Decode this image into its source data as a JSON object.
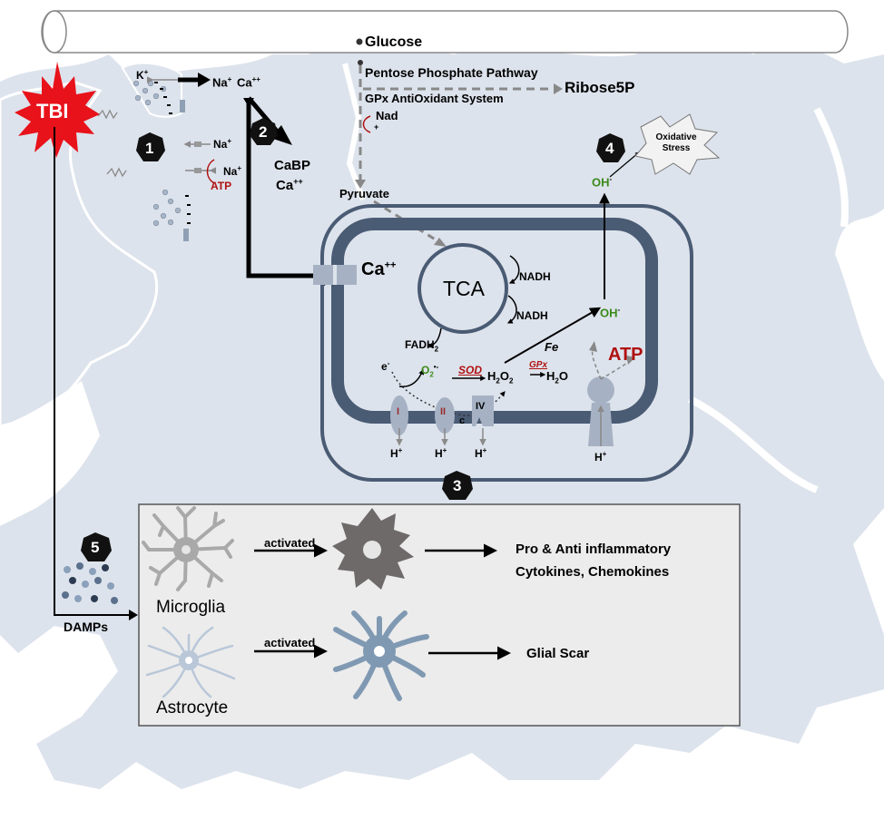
{
  "header": {
    "glucose": "Glucose"
  },
  "injury": {
    "label": "TBI",
    "color": "#e8121b"
  },
  "step_numbers": [
    "1",
    "2",
    "3",
    "4",
    "5"
  ],
  "membrane": {
    "k_ion": "K",
    "k_charge": "+",
    "na_ion": "Na",
    "na_charge": "+",
    "ca_ion": "Ca",
    "ca_charge": "++",
    "na_in_1": "Na",
    "na_in_1_charge": "+",
    "na_in_2": "Na",
    "na_in_2_charge": "+",
    "atp_small": "ATP"
  },
  "calcium": {
    "cabp": "CaBP",
    "ca": "Ca",
    "ca_charge": "++"
  },
  "glycolysis": {
    "ppp": "Pentose Phosphate Pathway",
    "gpx_system": "GPx AntiOxidant System",
    "ribose": "Ribose5P",
    "nad": "Nad",
    "nad_charge": "+",
    "pyruvate": "Pyruvate"
  },
  "mitochondria": {
    "ca_entry": "Ca",
    "ca_entry_charge": "++",
    "tca": "TCA",
    "nadh_1": "NADH",
    "nadh_2": "NADH",
    "fadh": "FADH",
    "fadh_sub": "2",
    "electron": "e",
    "electron_charge": "-",
    "o2": "O",
    "o2_sub": "2",
    "o2_sup": "•-",
    "sod": "SOD",
    "h2o2": "H",
    "h2o2_a": "2",
    "h2o2_b": "O",
    "h2o2_c": "2",
    "gpx": "GPx",
    "h2o": "H",
    "h2o_a": "2",
    "h2o_b": "O",
    "fe": "Fe",
    "oh_inner": "OH",
    "oh_inner_charge": "-",
    "atp": "ATP",
    "complex_1": "I",
    "complex_2": "II",
    "complex_4": "IV",
    "cyt_c": "c",
    "proton_1": "H",
    "proton_2": "H",
    "proton_3": "H",
    "proton_4": "H",
    "proton_charge": "+"
  },
  "stress": {
    "oh": "OH",
    "oh_charge": "-",
    "label": "Oxidative Stress"
  },
  "inflammation": {
    "damps": "DAMPs",
    "microglia": "Microglia",
    "astrocyte": "Astrocyte",
    "activated_1": "activated",
    "activated_2": "activated",
    "cytokines_line1": "Pro & Anti inflammatory",
    "cytokines_line2": "Cytokines, Chemokines",
    "glial_scar": "Glial Scar"
  },
  "colors": {
    "tissue": "#dde3ec",
    "mito_membrane": "#4a5b74",
    "cell_box": "#ececec",
    "microglia_rest": "#a9a9a9",
    "microglia_active": "#6f6a6a",
    "astrocyte_rest": "#b9c7d8",
    "astrocyte_active": "#8099b3"
  }
}
